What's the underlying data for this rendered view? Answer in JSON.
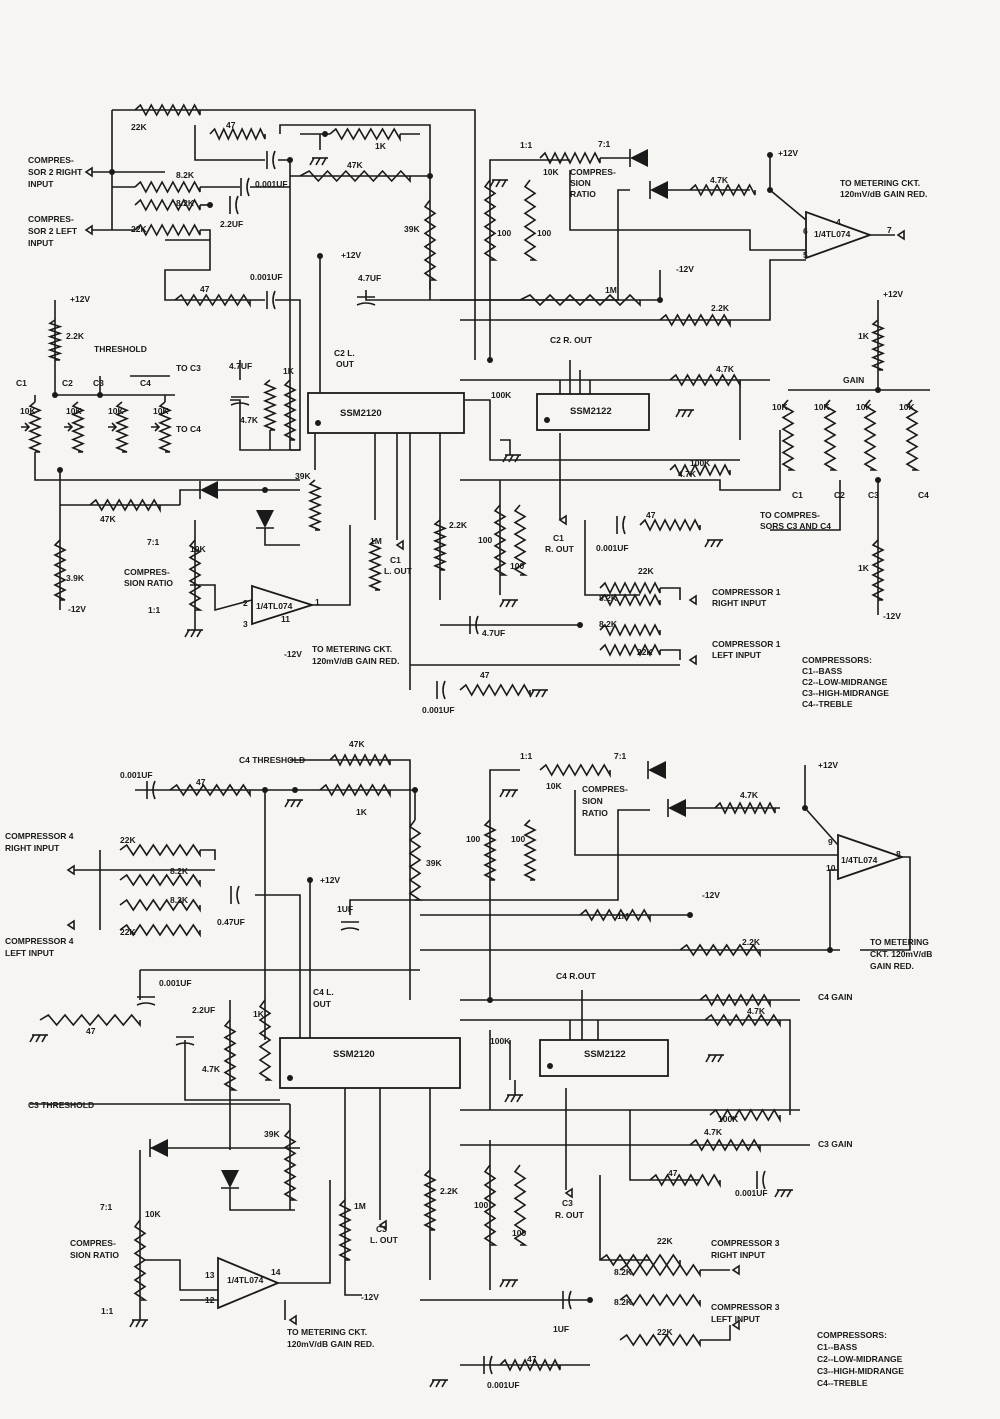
{
  "colors": {
    "ink": "#1a1a1a",
    "paper": "#f6f5f1"
  },
  "top": {
    "chips": {
      "expander": "SSM2120",
      "vca": "SSM2122"
    },
    "opamps": {
      "left": "1/4TL074",
      "right": "1/4TL074"
    },
    "pins": {
      "l2": "2",
      "l3": "3",
      "l1": "1",
      "l11": "11",
      "r4": "4",
      "r6": "6",
      "r5": "5",
      "r7": "7"
    },
    "inputs": {
      "c2r": [
        "COMPRES-",
        "SOR 2 RIGHT",
        "INPUT"
      ],
      "c2l": [
        "COMPRES-",
        "SOR 2 LEFT",
        "INPUT"
      ],
      "c1r": [
        "COMPRESSOR 1",
        "RIGHT INPUT"
      ],
      "c1l": [
        "COMPRESSOR 1",
        "LEFT INPUT"
      ]
    },
    "outputs": {
      "c2l": [
        "C2 L.",
        "OUT"
      ],
      "c2r": "C2 R. OUT",
      "c1l": [
        "C1",
        "L. OUT"
      ],
      "c1r": [
        "C1",
        "R. OUT"
      ]
    },
    "metering_left": [
      "TO METERING CKT.",
      "120mV/dB GAIN RED."
    ],
    "metering_right": [
      "TO METERING CKT.",
      "120mV/dB GAIN RED."
    ],
    "threshold": "THRESHOLD",
    "to_c3": "TO C3",
    "to_c4": "TO C4",
    "gain": "GAIN",
    "to_comp_c3c4": [
      "TO COMPRES-",
      "SORS C3 AND C4"
    ],
    "ratio_top": {
      "hi": "1:1",
      "lo": "7:1",
      "label": [
        "COMPRES-",
        "SION",
        "RATIO"
      ]
    },
    "ratio_left": {
      "hi": "7:1",
      "lo": "1:1",
      "label": [
        "COMPRES-",
        "SION RATIO"
      ]
    },
    "caps": [
      "0.001UF",
      "2.2UF",
      "0.001UF",
      "4.7UF",
      "4.7UF",
      "4.7UF",
      "0.001UF",
      "0.001UF"
    ],
    "res": {
      "r22k_a": "22K",
      "r47_a": "47",
      "r1k_a": "1K",
      "r47k_a": "47K",
      "r82_a": "8.2K",
      "r82_b": "8.2K",
      "r22k_b": "22K",
      "r39k_a": "39K",
      "r47_b": "47",
      "r1m_a": "1M",
      "r22_a": "2.2K",
      "r10k_a": "10K",
      "r100_a": "100",
      "r100_b": "100",
      "r47k_c": "4.7K",
      "r100k_a": "100K",
      "r47k_d": "4.7K",
      "r100k_b": "100K",
      "r47k_e": "4.7K",
      "r22k_c": "2.2K",
      "r1k_b": "1K",
      "r47k_f": "4.7K",
      "r39k_b": "39K",
      "r1m_b": "1M",
      "r22_b": "2.2K",
      "r100_c": "100",
      "r100_d": "100",
      "r47_c": "47",
      "r22k_d": "22K",
      "r82_c": "8.2K",
      "r82_d": "8.2K",
      "r22k_e": "22K",
      "r47_d": "47",
      "r47k_b": "47K",
      "r10k_b": "10K",
      "r22_c": "2.2K",
      "r39": "3.9K",
      "r1k_c": "1K",
      "r1k_d": "1K",
      "pots_left": [
        "10K",
        "10K",
        "10K",
        "10K"
      ],
      "pots_right": [
        "10K",
        "10K",
        "10K",
        "10K"
      ]
    },
    "pot_labels_left": [
      "C1",
      "C2",
      "C3",
      "C4"
    ],
    "pot_labels_right": [
      "C1",
      "C2",
      "C3",
      "C4"
    ],
    "rails": {
      "p12": "+12V",
      "m12": "-12V"
    },
    "legend": {
      "title": "COMPRESSORS:",
      "items": [
        "C1--BASS",
        "C2--LOW-MIDRANGE",
        "C3--HIGH-MIDRANGE",
        "C4--TREBLE"
      ]
    }
  },
  "bottom": {
    "chips": {
      "expander": "SSM2120",
      "vca": "SSM2122"
    },
    "opamps": {
      "left": "1/4TL074",
      "right": "1/4TL074"
    },
    "pins": {
      "l13": "13",
      "l12": "12",
      "l14": "14",
      "r9": "9",
      "r10": "10",
      "r8": "8"
    },
    "inputs": {
      "c4r": [
        "COMPRESSOR 4",
        "RIGHT INPUT"
      ],
      "c4l": [
        "COMPRESSOR 4",
        "LEFT INPUT"
      ],
      "c3r": [
        "COMPRESSOR 3",
        "RIGHT INPUT"
      ],
      "c3l": [
        "COMPRESSOR 3",
        "LEFT INPUT"
      ]
    },
    "outputs": {
      "c4l": [
        "C4 L.",
        "OUT"
      ],
      "c4r": "C4 R.OUT",
      "c3l": [
        "C3",
        "L. OUT"
      ],
      "c3r": [
        "C3",
        "R. OUT"
      ]
    },
    "c4_threshold": "C4 THRESHOLD",
    "c3_threshold": "C3 THRESHOLD",
    "c4_gain": "C4 GAIN",
    "c3_gain": "C3 GAIN",
    "metering_left": [
      "TO METERING CKT.",
      "120mV/dB GAIN RED."
    ],
    "metering_right": [
      "TO METERING",
      "CKT. 120mV/dB",
      "GAIN RED."
    ],
    "ratio_top": {
      "hi": "1:1",
      "lo": "7:1",
      "label": [
        "COMPRES-",
        "SION",
        "RATIO"
      ]
    },
    "ratio_left": {
      "hi": "7:1",
      "lo": "1:1",
      "label": [
        "COMPRES-",
        "SION RATIO"
      ]
    },
    "caps": [
      "0.001UF",
      "0.47UF",
      "1UF",
      "0.001UF",
      "2.2UF",
      "0.001UF",
      "1UF",
      "0.001UF"
    ],
    "res": {
      "r47k": "47K",
      "r47_a": "47",
      "r1k_a": "1K",
      "r22k_a": "22K",
      "r82_a": "8.2K",
      "r82_b": "8.2K",
      "r22k_b": "22K",
      "r39k_a": "39K",
      "r1m_a": "1M",
      "r47_b": "47",
      "r22_a": "2.2K",
      "r10k": "10K",
      "r100_a": "100",
      "r100_b": "100",
      "r47k_c": "4.7K",
      "r100k_a": "100K",
      "r47k_d": "4.7K",
      "r100k_b": "100K",
      "r47k_e": "4.7K",
      "r1k_b": "1K",
      "r47k_f": "4.7K",
      "r39k_b": "39K",
      "r1m_b": "1M",
      "r22_b": "2.2K",
      "r100_c": "100",
      "r100_d": "100",
      "r47_c": "47",
      "r22k_c": "22K",
      "r82_c": "8.2K",
      "r82_d": "8.2K",
      "r22k_d": "22K",
      "r47_d": "47",
      "r10k_b": "10K"
    },
    "rails": {
      "p12": "+12V",
      "m12": "-12V"
    },
    "legend": {
      "title": "COMPRESSORS:",
      "items": [
        "C1--BASS",
        "C2--LOW-MIDRANGE",
        "C3--HIGH-MIDRANGE",
        "C4--TREBLE"
      ]
    }
  }
}
